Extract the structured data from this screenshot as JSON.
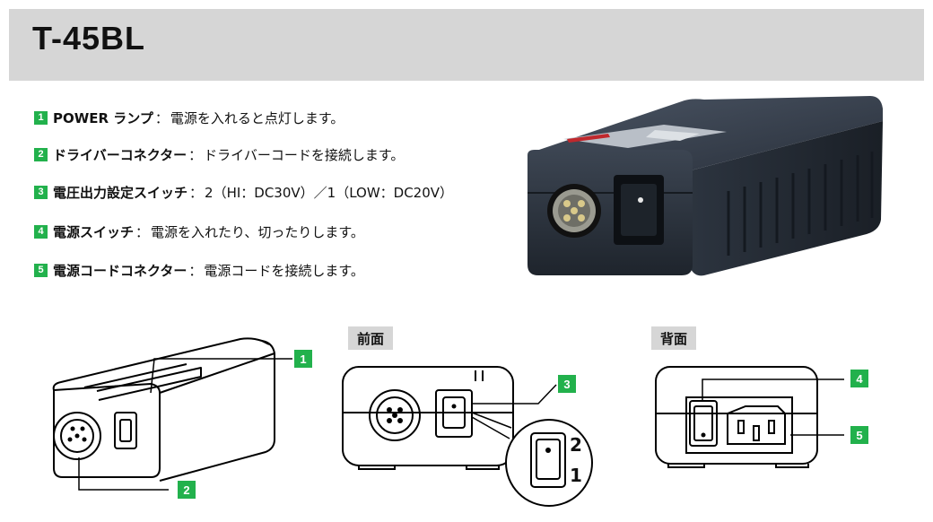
{
  "header": {
    "title": "T-45BL"
  },
  "features": [
    {
      "num": "1",
      "name": "POWER ランプ",
      "sep": "：",
      "desc": "電源を入れると点灯します。"
    },
    {
      "num": "2",
      "name": "ドライバーコネクター",
      "sep": "：",
      "desc": "ドライバーコードを接続します。"
    },
    {
      "num": "3",
      "name": "電圧出力設定スイッチ",
      "sep": "：",
      "desc": "2（HI：DC30V）／1（LOW：DC20V）"
    },
    {
      "num": "4",
      "name": "電源スイッチ",
      "sep": "：",
      "desc": "電源を入れたり、切ったりします。"
    },
    {
      "num": "5",
      "name": "電源コードコネクター",
      "sep": "：",
      "desc": "電源コードを接続します。"
    }
  ],
  "views": {
    "front": "前面",
    "back": "背面"
  },
  "callouts": {
    "c1": "1",
    "c2": "2",
    "c3": "3",
    "c4": "4",
    "c5": "5"
  },
  "switch_positions": {
    "upper": "2",
    "lower": "1"
  },
  "colors": {
    "accent": "#22b14c",
    "header_bg": "#d6d6d6",
    "product_body": "#2b3340"
  }
}
